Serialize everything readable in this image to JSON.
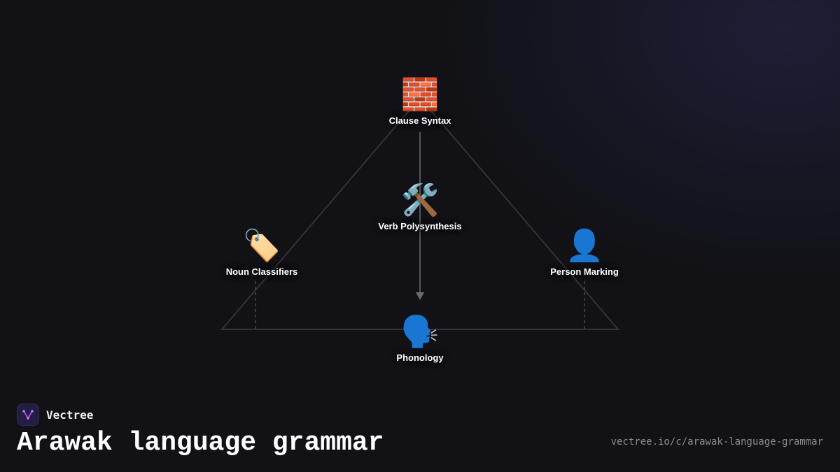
{
  "diagram": {
    "nodes": [
      {
        "id": "clause-syntax",
        "label": "Clause Syntax",
        "icon": "brick-icon",
        "glyph": "🧱"
      },
      {
        "id": "verb-polysynthesis",
        "label": "Verb Polysynthesis",
        "icon": "hammer-and-wrench-icon",
        "glyph": "🛠️"
      },
      {
        "id": "noun-classifiers",
        "label": "Noun Classifiers",
        "icon": "label-tag-icon",
        "glyph": "🏷️"
      },
      {
        "id": "person-marking",
        "label": "Person Marking",
        "icon": "person-silhouette-icon",
        "glyph": "👤"
      },
      {
        "id": "phonology",
        "label": "Phonology",
        "icon": "speaking-head-icon",
        "glyph": "🗣️"
      }
    ],
    "edges": [
      {
        "from": "clause-syntax",
        "to": "phonology",
        "style": "solid-arrow"
      },
      {
        "from": "noun-classifiers",
        "to": "triangle-base",
        "style": "dashed"
      },
      {
        "from": "person-marking",
        "to": "triangle-base",
        "style": "dashed"
      }
    ]
  },
  "brand": {
    "name": "Vectree",
    "icon": "vectree-logo-icon"
  },
  "title": "Arawak language grammar",
  "url": "vectree.io/c/arawak-language-grammar",
  "colors": {
    "background": "#111116",
    "lines": "#3a3a3e",
    "arrow": "#6b6b70",
    "logo_bg": "#231d42",
    "logo_accent": "#a04fe0"
  }
}
